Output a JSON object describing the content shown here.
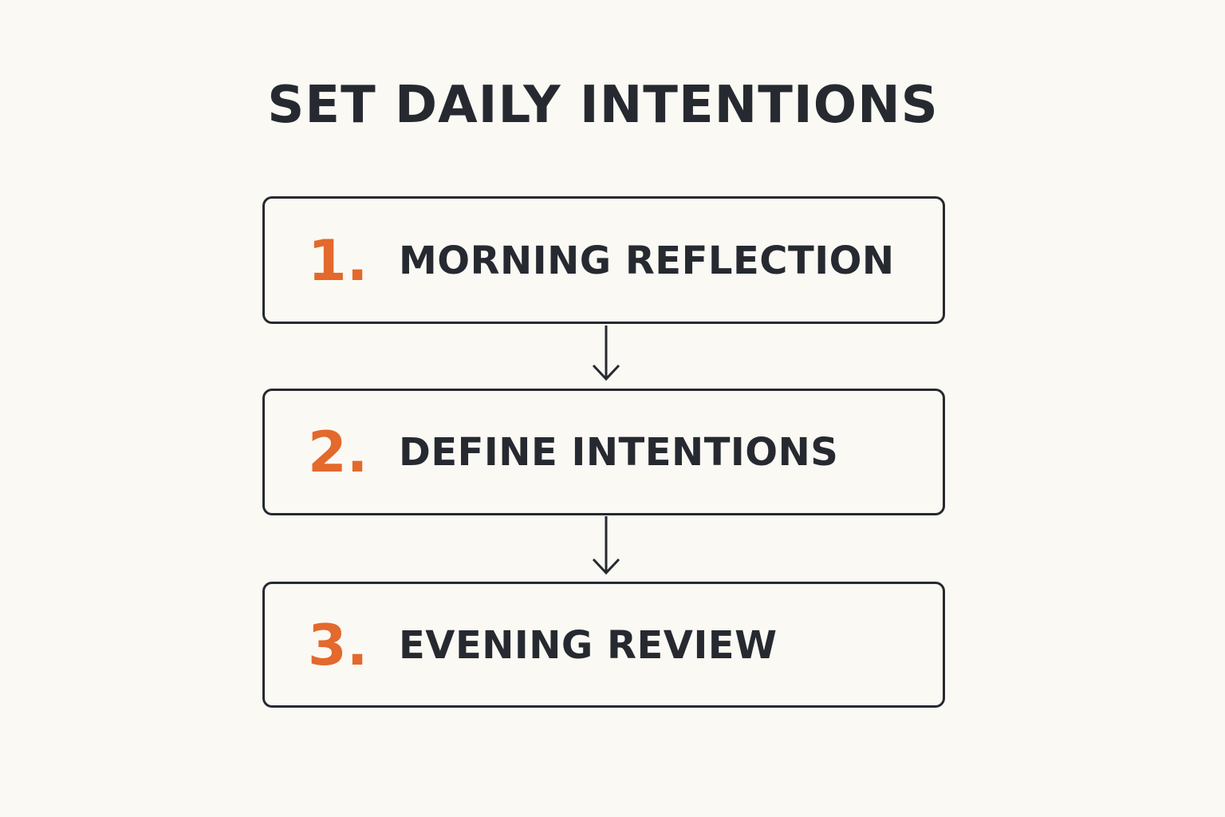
{
  "title": "SET DAILY INTENTIONS",
  "colors": {
    "background": "#fbf9f4",
    "text": "#262a30",
    "border": "#262a30",
    "accent": "#e3692c"
  },
  "steps": [
    {
      "number": "1.",
      "label": "MORNING REFLECTION"
    },
    {
      "number": "2.",
      "label": "DEFINE INTENTIONS"
    },
    {
      "number": "3.",
      "label": "EVENING REVIEW"
    }
  ],
  "connectors": [
    {
      "from": "1",
      "to": "2",
      "icon": "arrow-down-icon"
    },
    {
      "from": "2",
      "to": "3",
      "icon": "arrow-down-icon"
    }
  ]
}
